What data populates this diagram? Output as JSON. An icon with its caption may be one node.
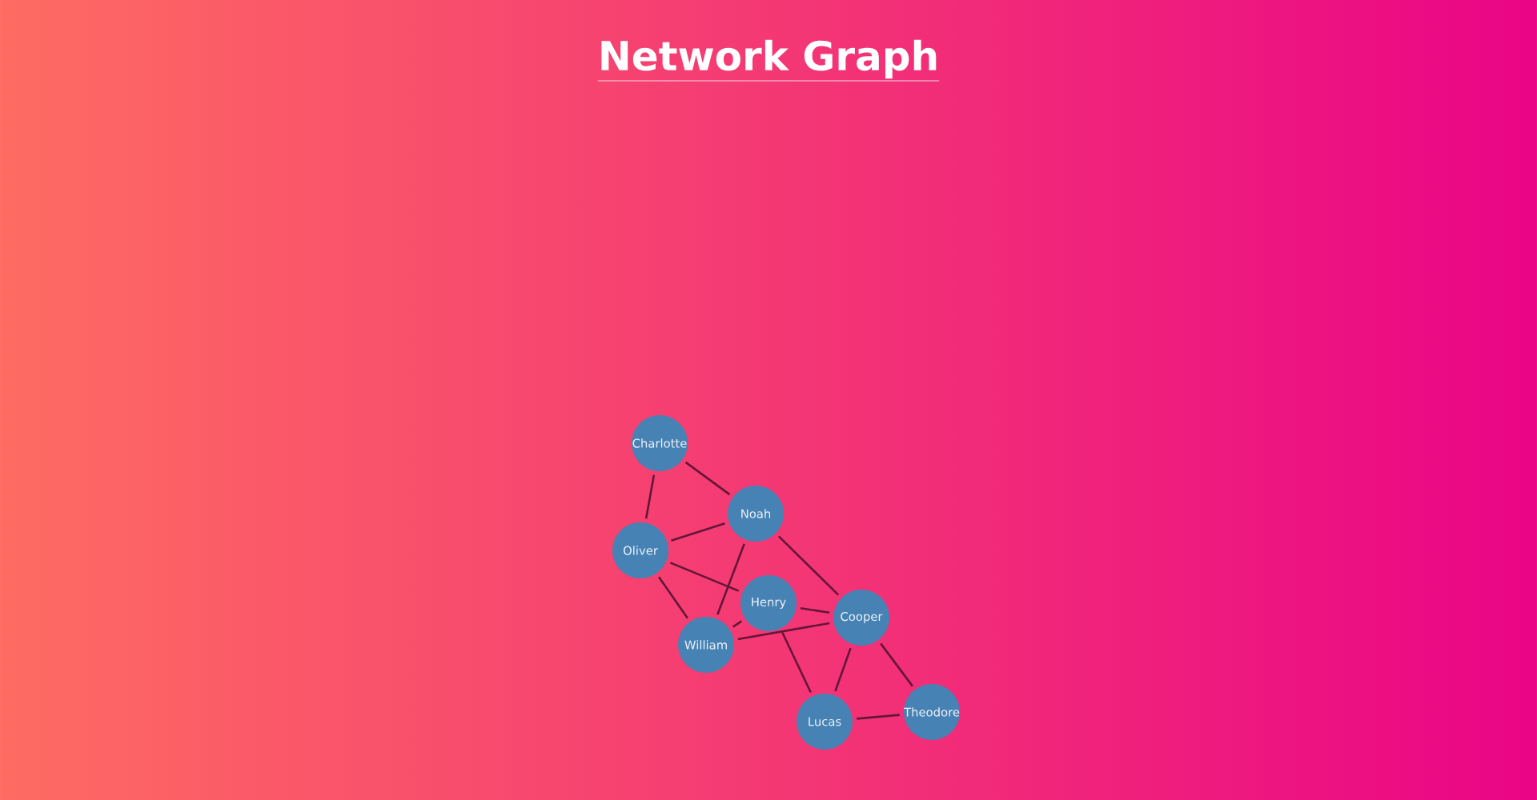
{
  "diagram": {
    "title": "Network Graph",
    "nodes": [
      {
        "text": [
          "Charlotte"
        ]
      },
      {
        "text": [
          "Noah"
        ]
      },
      {
        "text": [
          "Oliver"
        ]
      },
      {
        "text": [
          "Henry"
        ]
      },
      {
        "text": [
          "Cooper"
        ]
      },
      {
        "text": [
          "William"
        ]
      },
      {
        "text": [
          "Lucas"
        ]
      },
      {
        "text": [
          "Theodore"
        ]
      }
    ],
    "edges": [
      {
        "from": 0,
        "to": 2,
        "arrow": "none"
      },
      {
        "from": 0,
        "to": 1,
        "arrow": "none"
      },
      {
        "from": 1,
        "to": 2,
        "arrow": "none"
      },
      {
        "from": 1,
        "to": 5,
        "arrow": "none"
      },
      {
        "from": 1,
        "to": 4,
        "arrow": "none"
      },
      {
        "from": 2,
        "to": 3,
        "arrow": "none"
      },
      {
        "from": 2,
        "to": 5,
        "arrow": "none"
      },
      {
        "from": 3,
        "to": 5,
        "arrow": "none"
      },
      {
        "from": 3,
        "to": 4,
        "arrow": "none"
      },
      {
        "from": 5,
        "to": 4,
        "arrow": "none"
      },
      {
        "from": 3,
        "to": 6,
        "arrow": "none"
      },
      {
        "from": 4,
        "to": 6,
        "arrow": "none"
      },
      {
        "from": 4,
        "to": 7,
        "arrow": "none"
      },
      {
        "from": 6,
        "to": 7,
        "arrow": "none"
      }
    ]
  }
}
